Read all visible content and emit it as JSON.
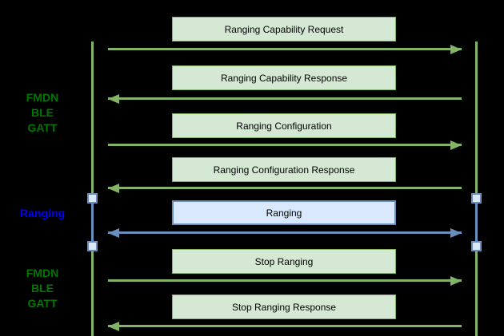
{
  "diagram_type": "sequence-diagram",
  "colors": {
    "background": "#000000",
    "green_fill": "#d5e8d4",
    "green_stroke": "#82b366",
    "green_label": "#007700",
    "blue_fill": "#dae8fc",
    "blue_stroke": "#6c8ebf",
    "blue_label": "#0000ff",
    "message_text": "#000000"
  },
  "phases": [
    {
      "name": "fmdn-ble-gatt-top",
      "style": "green",
      "lines": [
        "FMDN",
        "BLE",
        "GATT"
      ]
    },
    {
      "name": "ranging",
      "style": "blue",
      "lines": [
        "Ranging"
      ]
    },
    {
      "name": "fmdn-ble-gatt-bottom",
      "style": "green",
      "lines": [
        "FMDN",
        "BLE",
        "GATT"
      ]
    }
  ],
  "messages": [
    {
      "label": "Ranging Capability Request",
      "direction": "left-to-right",
      "style": "green"
    },
    {
      "label": "Ranging Capability Response",
      "direction": "right-to-left",
      "style": "green"
    },
    {
      "label": "Ranging Configuration",
      "direction": "left-to-right",
      "style": "green"
    },
    {
      "label": "Ranging Configuration Response",
      "direction": "right-to-left",
      "style": "green"
    },
    {
      "label": "Ranging",
      "direction": "bidirectional",
      "style": "blue"
    },
    {
      "label": "Stop Ranging",
      "direction": "left-to-right",
      "style": "green"
    },
    {
      "label": "Stop Ranging Response",
      "direction": "right-to-left",
      "style": "green"
    }
  ]
}
